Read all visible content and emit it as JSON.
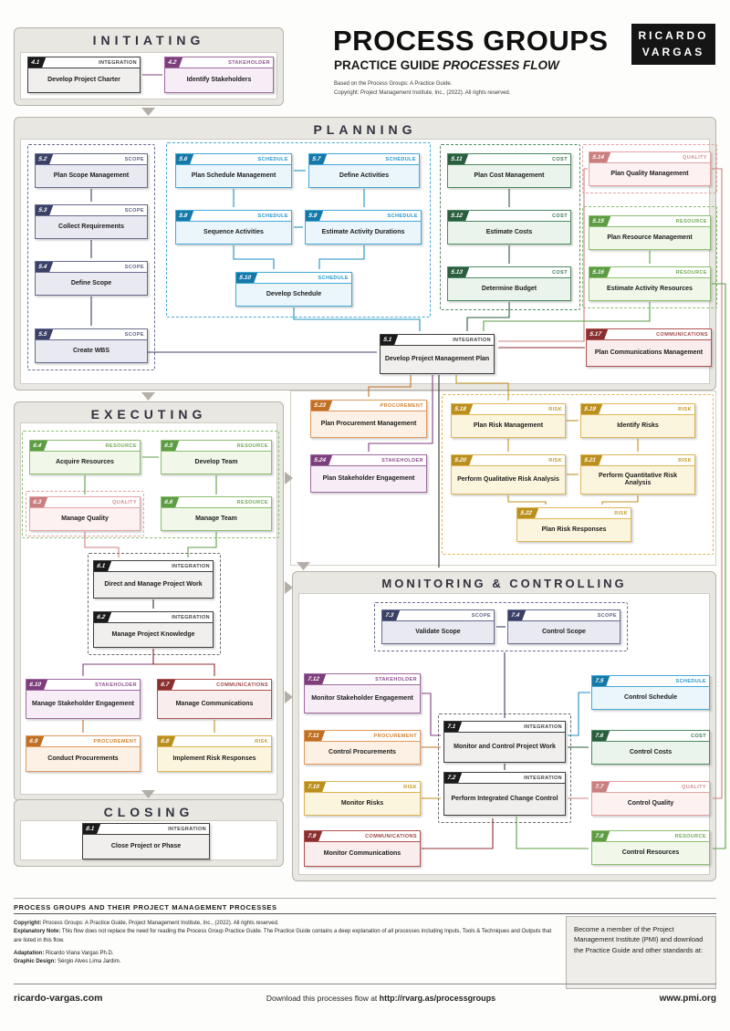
{
  "header": {
    "title": "PROCESS GROUPS",
    "subtitle_prefix": "PRACTICE GUIDE ",
    "subtitle_italic": "PROCESSES FLOW",
    "note1": "Based on the Process Groups: A Practice Guide.",
    "note2": "Copyright: Project Management Institute, Inc., (2022). All rights reserved.",
    "logo_line1": "RICARDO",
    "logo_line2": "VARGAS"
  },
  "sections": {
    "initiating": "INITIATING",
    "planning": "PLANNING",
    "executing": "EXECUTING",
    "monitoring": "MONITORING & CONTROLLING",
    "closing": "CLOSING"
  },
  "p": {
    "i41": {
      "n": "4.1",
      "k": "INTEGRATION",
      "t": "Develop Project Charter"
    },
    "i42": {
      "n": "4.2",
      "k": "STAKEHOLDER",
      "t": "Identify Stakeholders"
    },
    "s51": {
      "n": "5.1",
      "k": "INTEGRATION",
      "t": "Develop Project Management Plan"
    },
    "s52": {
      "n": "5.2",
      "k": "SCOPE",
      "t": "Plan Scope Management"
    },
    "s53": {
      "n": "5.3",
      "k": "SCOPE",
      "t": "Collect Requirements"
    },
    "s54": {
      "n": "5.4",
      "k": "SCOPE",
      "t": "Define Scope"
    },
    "s55": {
      "n": "5.5",
      "k": "SCOPE",
      "t": "Create WBS"
    },
    "s56": {
      "n": "5.6",
      "k": "SCHEDULE",
      "t": "Plan Schedule Management"
    },
    "s57": {
      "n": "5.7",
      "k": "SCHEDULE",
      "t": "Define Activities"
    },
    "s58": {
      "n": "5.8",
      "k": "SCHEDULE",
      "t": "Sequence Activities"
    },
    "s59": {
      "n": "5.9",
      "k": "SCHEDULE",
      "t": "Estimate Activity Durations"
    },
    "s510": {
      "n": "5.10",
      "k": "SCHEDULE",
      "t": "Develop Schedule"
    },
    "s511": {
      "n": "5.11",
      "k": "COST",
      "t": "Plan Cost Management"
    },
    "s512": {
      "n": "5.12",
      "k": "COST",
      "t": "Estimate Costs"
    },
    "s513": {
      "n": "5.13",
      "k": "COST",
      "t": "Determine Budget"
    },
    "s514": {
      "n": "5.14",
      "k": "QUALITY",
      "t": "Plan Quality Management"
    },
    "s515": {
      "n": "5.15",
      "k": "RESOURCE",
      "t": "Plan Resource Management"
    },
    "s516": {
      "n": "5.16",
      "k": "RESOURCE",
      "t": "Estimate Activity Resources"
    },
    "s517": {
      "n": "5.17",
      "k": "COMMUNICATIONS",
      "t": "Plan Communications Management"
    },
    "s518": {
      "n": "5.18",
      "k": "RISK",
      "t": "Plan Risk Management"
    },
    "s519": {
      "n": "5.19",
      "k": "RISK",
      "t": "Identify Risks"
    },
    "s520": {
      "n": "5.20",
      "k": "RISK",
      "t": "Perform Qualitative Risk Analysis"
    },
    "s521": {
      "n": "5.21",
      "k": "RISK",
      "t": "Perform Quantitative Risk Analysis"
    },
    "s522": {
      "n": "5.22",
      "k": "RISK",
      "t": "Plan Risk Responses"
    },
    "s523": {
      "n": "5.23",
      "k": "PROCUREMENT",
      "t": "Plan Procurement Management"
    },
    "s524": {
      "n": "5.24",
      "k": "STAKEHOLDER",
      "t": "Plan Stakeholder Engagement"
    },
    "e61": {
      "n": "6.1",
      "k": "INTEGRATION",
      "t": "Direct and Manage Project Work"
    },
    "e62": {
      "n": "6.2",
      "k": "INTEGRATION",
      "t": "Manage Project Knowledge"
    },
    "e63": {
      "n": "6.3",
      "k": "QUALITY",
      "t": "Manage Quality"
    },
    "e64": {
      "n": "6.4",
      "k": "RESOURCE",
      "t": "Acquire Resources"
    },
    "e65": {
      "n": "6.5",
      "k": "RESOURCE",
      "t": "Develop Team"
    },
    "e66": {
      "n": "6.6",
      "k": "RESOURCE",
      "t": "Manage Team"
    },
    "e67": {
      "n": "6.7",
      "k": "COMMUNICATIONS",
      "t": "Manage Communications"
    },
    "e68": {
      "n": "6.8",
      "k": "RISK",
      "t": "Implement Risk Responses"
    },
    "e69": {
      "n": "6.9",
      "k": "PROCUREMENT",
      "t": "Conduct Procurements"
    },
    "e610": {
      "n": "6.10",
      "k": "STAKEHOLDER",
      "t": "Manage Stakeholder Engagement"
    },
    "m71": {
      "n": "7.1",
      "k": "INTEGRATION",
      "t": "Monitor and Control Project Work"
    },
    "m72": {
      "n": "7.2",
      "k": "INTEGRATION",
      "t": "Perform Integrated Change Control"
    },
    "m73": {
      "n": "7.3",
      "k": "SCOPE",
      "t": "Validate Scope"
    },
    "m74": {
      "n": "7.4",
      "k": "SCOPE",
      "t": "Control Scope"
    },
    "m75": {
      "n": "7.5",
      "k": "SCHEDULE",
      "t": "Control Schedule"
    },
    "m76": {
      "n": "7.6",
      "k": "COST",
      "t": "Control Costs"
    },
    "m77": {
      "n": "7.7",
      "k": "QUALITY",
      "t": "Control Quality"
    },
    "m78": {
      "n": "7.8",
      "k": "RESOURCE",
      "t": "Control Resources"
    },
    "m79": {
      "n": "7.9",
      "k": "COMMUNICATIONS",
      "t": "Monitor Communications"
    },
    "m710": {
      "n": "7.10",
      "k": "RISK",
      "t": "Monitor Risks"
    },
    "m711": {
      "n": "7.11",
      "k": "PROCUREMENT",
      "t": "Control Procurements"
    },
    "m712": {
      "n": "7.12",
      "k": "STAKEHOLDER",
      "t": "Monitor Stakeholder Engagement"
    },
    "c81": {
      "n": "8.1",
      "k": "INTEGRATION",
      "t": "Close Project or Phase"
    }
  },
  "footer": {
    "strip_title": "PROCESS GROUPS AND THEIR PROJECT MANAGEMENT PROCESSES",
    "copyright_label": "Copyright:",
    "copyright_text": " Process Groups: A Practice Guide, Project Management Institute, Inc., (2022).  All rights reserved.",
    "note_label": "Explanatory Note:",
    "note_text": " This flow does not replace the need for reading the Process Group Practice Guide. The Practice Guide contains a deep explanation of all processes including Inputs, Tools & Techniques and Outputs that are listed in this flow.",
    "adaptation_label": "Adaptation:",
    "adaptation_text": " Ricardo Viana Vargas Ph.D.",
    "design_label": "Graphic Design:",
    "design_text": " Sérgio Alves Lima Jardim.",
    "pmi_box": "Become a member of the Project Management Institute (PMI) and download the Practice Guide and other standards at:",
    "site": "ricardo-vargas.com",
    "download_prefix": "Download this processes flow at ",
    "download_url": "http://rvarg.as/processgroups",
    "pmi_site": "www.pmi.org"
  }
}
